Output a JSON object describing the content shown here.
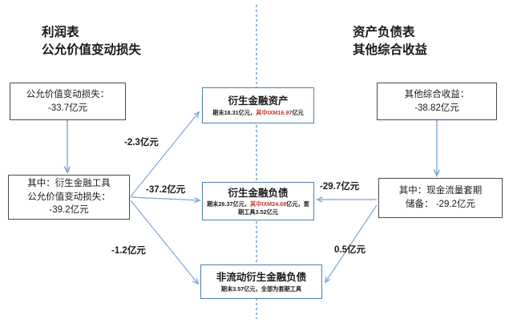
{
  "diagram": {
    "type": "flow-diagram",
    "titles": {
      "left": {
        "line1": "利润表",
        "line2": "公允价值变动损失"
      },
      "right": {
        "line1": "资产负债表",
        "line2": "其他综合收益"
      }
    },
    "colors": {
      "gray_border": "#4a4a4a",
      "blue_border": "#4a7ebb",
      "arrow": "#7da7d9",
      "divider": "#5b8fd0",
      "highlight_text": "#c0392b",
      "text": "#1a1a1a",
      "background": "#ffffff"
    },
    "nodes": {
      "pl_top": {
        "line1": "公允价值变动损失：",
        "line2": "-33.7亿元"
      },
      "pl_mid": {
        "line1": "其中：衍生金融工具",
        "line2": "公允价值变动损失：",
        "line3": "-39.2亿元"
      },
      "bs_top": {
        "line1": "其他综合收益：",
        "line2": "-38.82亿元"
      },
      "bs_mid": {
        "line1": "其中：现金流量套期",
        "line2": "储备： -29.2亿元"
      },
      "center_asset": {
        "heading": "衍生金融资产",
        "detail_1": "期末18.31亿元，",
        "detail_highlight": "其中IXM16.97",
        "detail_2": "亿元"
      },
      "center_liability": {
        "heading": "衍生金融负债",
        "detail_1": "期末26.37亿元，",
        "detail_highlight": "其中IXM24.68",
        "detail_2": "亿元，套期工具3.52亿元"
      },
      "center_noncurrent": {
        "heading": "非流动衍生金融负债",
        "detail_1": "期末3.57亿元，全部为套期工具"
      }
    },
    "edges": [
      {
        "id": "pl-top-to-pl-mid",
        "label": ""
      },
      {
        "id": "pl-mid-to-asset",
        "label": "-2.3亿元"
      },
      {
        "id": "pl-mid-to-liab",
        "label": "-37.2亿元"
      },
      {
        "id": "pl-mid-to-nonliab",
        "label": "-1.2亿元"
      },
      {
        "id": "bs-top-to-bs-mid",
        "label": ""
      },
      {
        "id": "bs-mid-to-liab",
        "label": "-29.7亿元"
      },
      {
        "id": "bs-mid-to-nonliab",
        "label": "0.5亿元"
      }
    ],
    "edge_labels": {
      "a": "-2.3亿元",
      "b": "-37.2亿元",
      "c": "-1.2亿元",
      "d": "-29.7亿元",
      "e": "0.5亿元"
    }
  }
}
